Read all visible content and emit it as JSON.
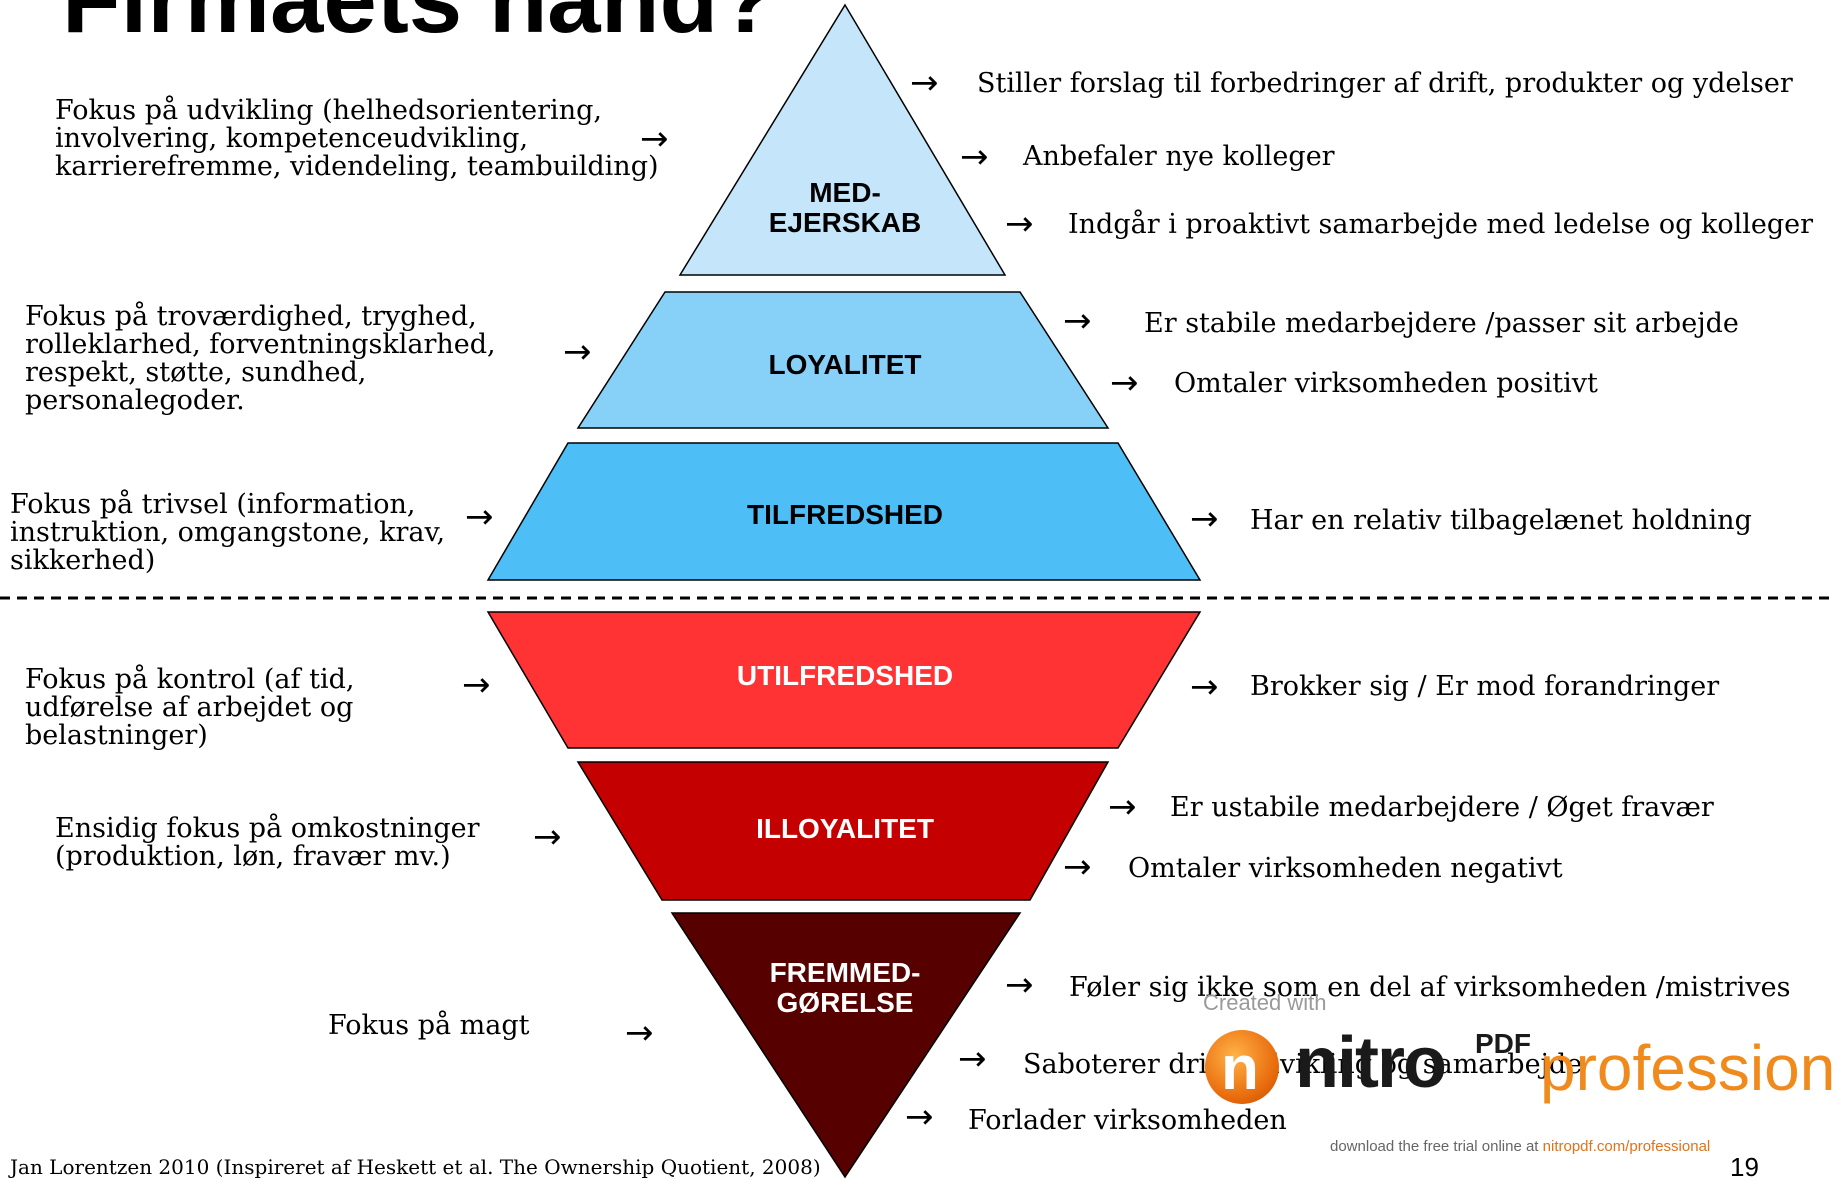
{
  "title": "Firmaets hånd?",
  "levels": [
    {
      "id": "medejerskab",
      "label_line1": "MED-",
      "label_line2": "EJERSKAB",
      "fill": "#C5E6FA",
      "label_color": "#000000"
    },
    {
      "id": "loyalitet",
      "label": "LOYALITET",
      "fill": "#87D0F7",
      "label_color": "#000000"
    },
    {
      "id": "tilfredshed",
      "label": "TILFREDSHED",
      "fill": "#4DBEF6",
      "label_color": "#000000"
    },
    {
      "id": "utilfredshed",
      "label": "UTILFREDSHED",
      "fill": "#FF3333",
      "label_color": "#FFFFFF"
    },
    {
      "id": "illoyalitet",
      "label": "ILLOYALITET",
      "fill": "#C40000",
      "label_color": "#FFFFFF"
    },
    {
      "id": "fremmedgorelse",
      "label_line1": "FREMMED-",
      "label_line2": "GØRELSE",
      "fill": "#560000",
      "label_color": "#FFFFFF"
    }
  ],
  "left_focus": {
    "medejerskab": [
      "Fokus på udvikling (helhedsorientering,",
      "involvering, kompetenceudvikling,",
      "karrierefremme, videndeling, teambuilding)"
    ],
    "loyalitet": [
      "Fokus på troværdighed, tryghed,",
      "rolleklarhed, forventningsklarhed,",
      "respekt, støtte, sundhed,",
      "personalegoder."
    ],
    "tilfredshed": [
      "Fokus på trivsel (information,",
      "instruktion, omgangstone, krav,",
      "sikkerhed)"
    ],
    "utilfredshed": [
      "Fokus på kontrol (af tid,",
      "udførelse af arbejdet og",
      "belastninger)"
    ],
    "illoyalitet": [
      "Ensidig fokus på omkostninger",
      "(produktion, løn, fravær mv.)"
    ],
    "fremmedgorelse": [
      "Fokus på magt"
    ]
  },
  "right_outcomes": {
    "medejerskab": [
      "Stiller forslag til forbedringer af drift, produkter og ydelser",
      "Anbefaler nye kolleger",
      "Indgår i proaktivt samarbejde med ledelse og kolleger"
    ],
    "loyalitet": [
      "Er stabile medarbejdere /passer sit arbejde",
      "Omtaler virksomheden positivt"
    ],
    "tilfredshed": [
      "Har en relativ tilbagelænet holdning"
    ],
    "utilfredshed": [
      "Brokker sig / Er mod forandringer"
    ],
    "illoyalitet": [
      "Er ustabile medarbejdere / Øget fravær",
      "Omtaler virksomheden negativt"
    ],
    "fremmedgorelse": [
      "Føler sig ikke som en del af virksomheden /mistrives",
      "Saboterer drift, udvikling og samarbejde",
      "Forlader virksomheden"
    ]
  },
  "arrow_glyph": "→",
  "footer": "Jan Lorentzen 2010  (Inspireret af Heskett et al. The Ownership Quotient, 2008)",
  "page_number": "19",
  "watermark": {
    "created_with": "Created with",
    "brand": "nitro",
    "pdf": "PDF",
    "edition": "professional",
    "download": "download the free trial online at",
    "url": "nitropdf.com/professional"
  }
}
